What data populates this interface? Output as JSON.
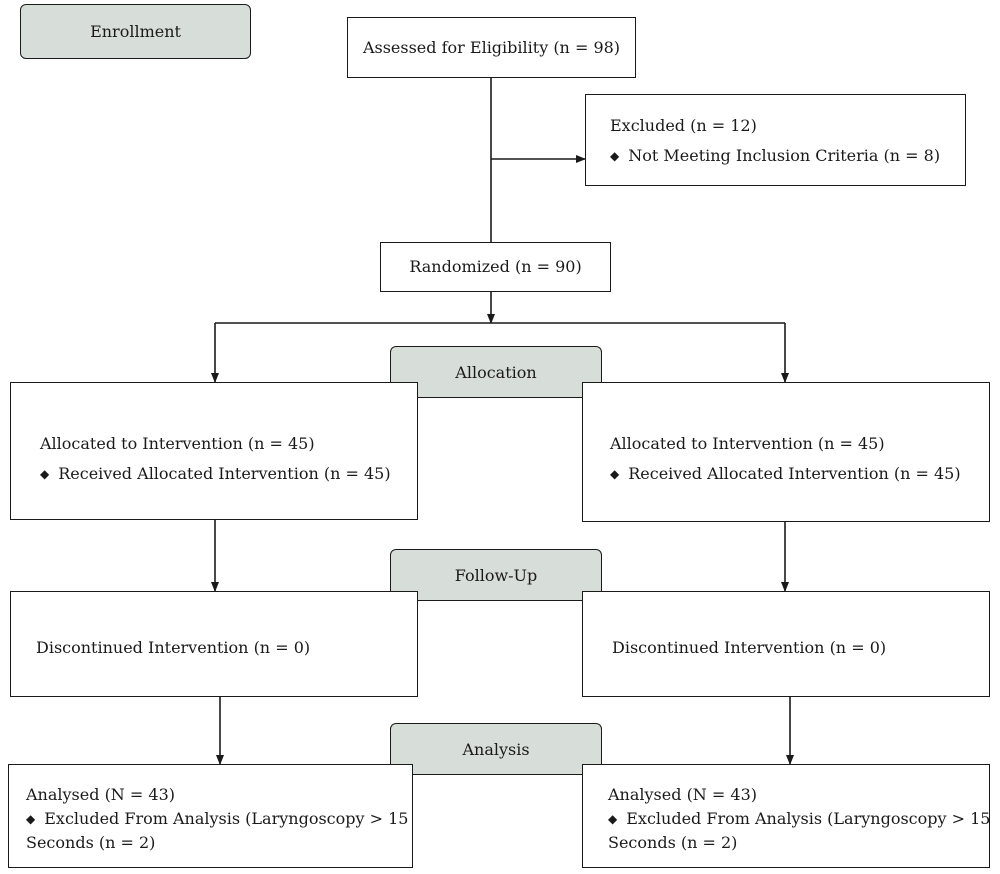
{
  "stages": {
    "enrollment": "Enrollment",
    "allocation": "Allocation",
    "follow_up": "Follow-Up",
    "analysis": "Analysis"
  },
  "assessed": "Assessed for Eligibility (n = 98)",
  "excluded": {
    "title": "Excluded (n = 12)",
    "items": [
      "Not Meeting Inclusion Criteria (n = 8)"
    ]
  },
  "randomized": "Randomized (n = 90)",
  "groups": [
    {
      "allocated": "Allocated to Intervention (n = 45)",
      "received": "Received Allocated Intervention (n = 45)",
      "discontinued": "Discontinued Intervention (n = 0)",
      "analysed": "Analysed (N = 43)",
      "excluded_line1": "Excluded From Analysis (Laryngoscopy > 15",
      "excluded_line2": "Seconds (n = 2)"
    },
    {
      "allocated": "Allocated to Intervention (n = 45)",
      "received": "Received Allocated Intervention (n = 45)",
      "discontinued": "Discontinued Intervention (n = 0)",
      "analysed": "Analysed (N = 43)",
      "excluded_line1": "Excluded From Analysis (Laryngoscopy > 15",
      "excluded_line2": "Seconds (n = 2)"
    }
  ],
  "bullet_icon": "diamond-bullet-icon"
}
